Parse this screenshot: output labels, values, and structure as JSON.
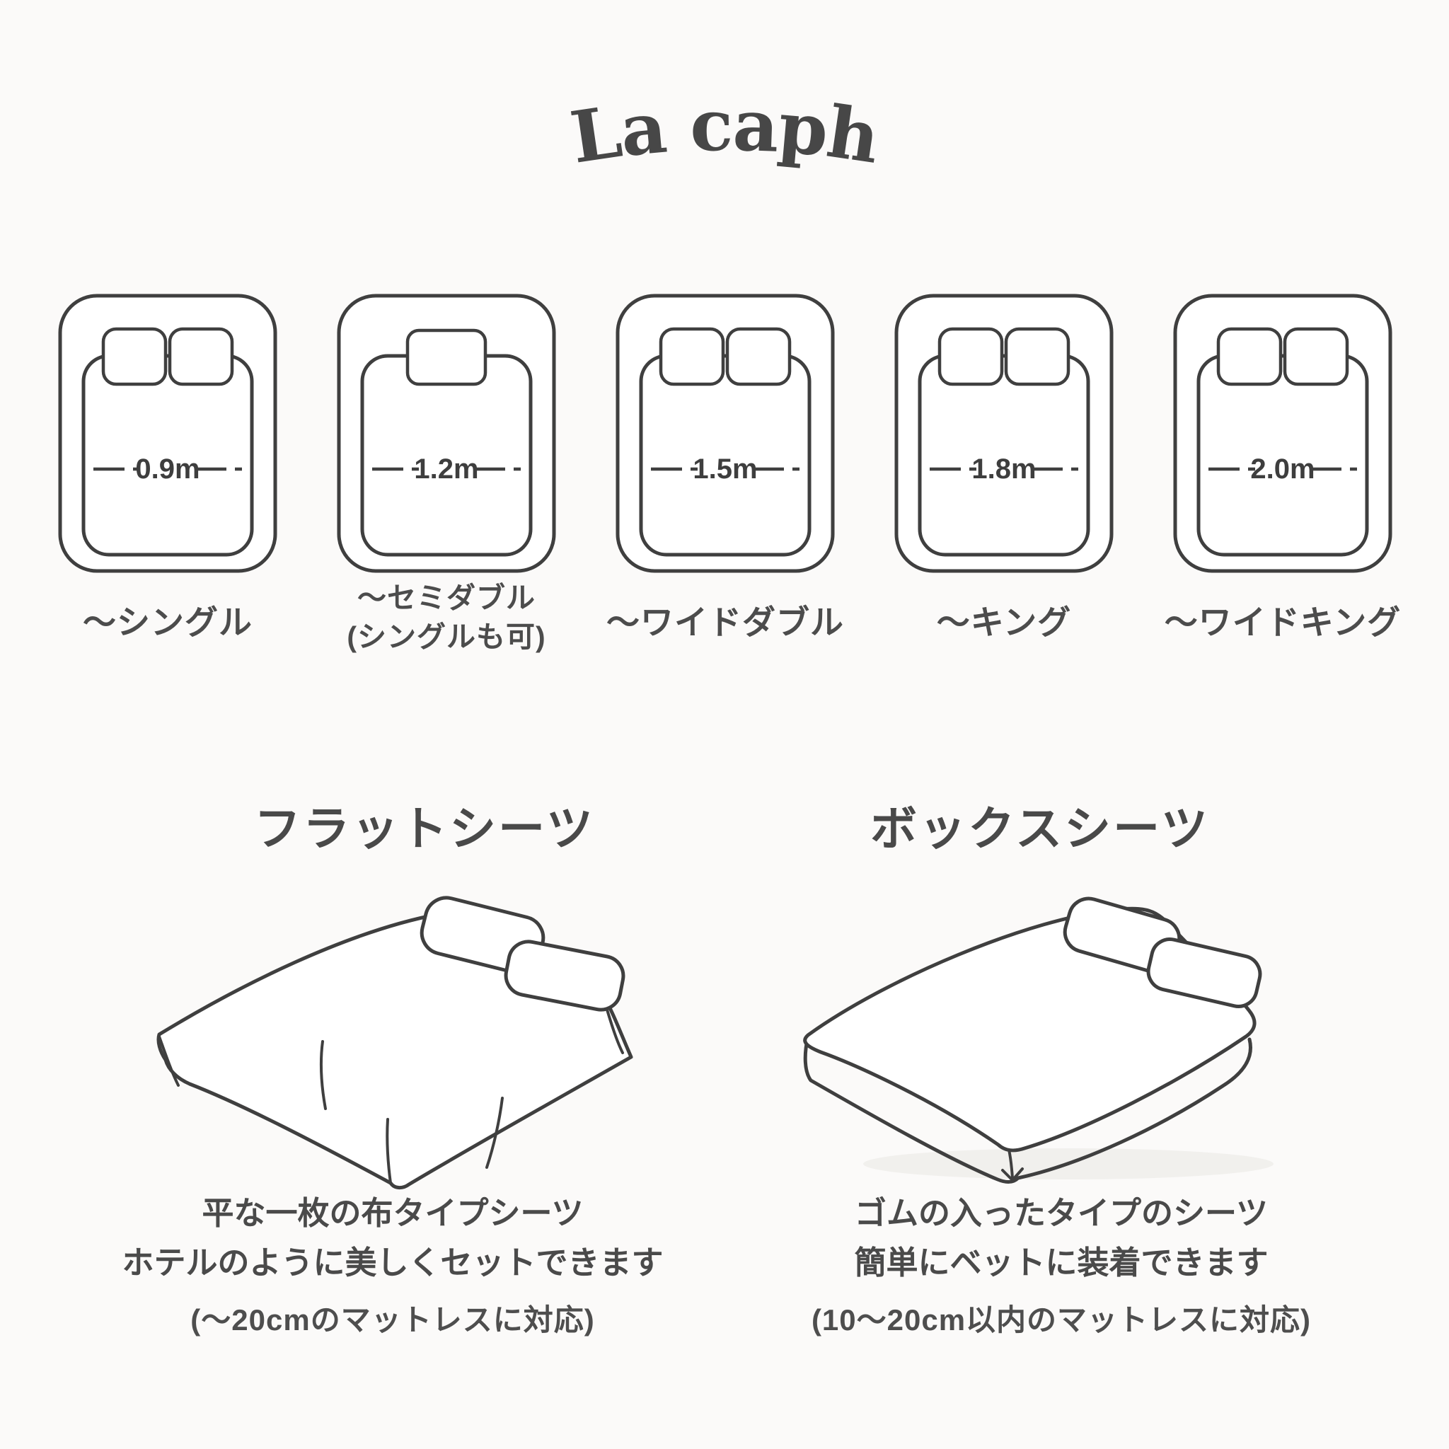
{
  "page": {
    "background_color": "#fbfaf9",
    "line_ink_color": "#3f3f3f",
    "text_color": "#4a4a4a"
  },
  "logo": {
    "text": "La caph"
  },
  "size_guide": {
    "beds": [
      {
        "width_label": "0.9m",
        "pillows": 2,
        "name_line1": "〜シングル"
      },
      {
        "width_label": "1.2m",
        "pillows": 1,
        "name_line1": "〜セミダブル",
        "name_line2": "(シングルも可)"
      },
      {
        "width_label": "1.5m",
        "pillows": 2,
        "name_line1": "〜ワイドダブル"
      },
      {
        "width_label": "1.8m",
        "pillows": 2,
        "name_line1": "〜キング"
      },
      {
        "width_label": "2.0m",
        "pillows": 2,
        "name_line1": "〜ワイドキング"
      }
    ]
  },
  "sections": {
    "flat_sheet": {
      "heading": "フラットシーツ",
      "desc_line1": "平な一枚の布タイプシーツ",
      "desc_line2": "ホテルのように美しくセットできます",
      "note": "(〜20cmのマットレスに対応)"
    },
    "box_sheet": {
      "heading": "ボックスシーツ",
      "desc_line1": "ゴムの入ったタイプのシーツ",
      "desc_line2": "簡単にベットに装着できます",
      "note": "(10〜20cm以内のマットレスに対応)"
    }
  }
}
